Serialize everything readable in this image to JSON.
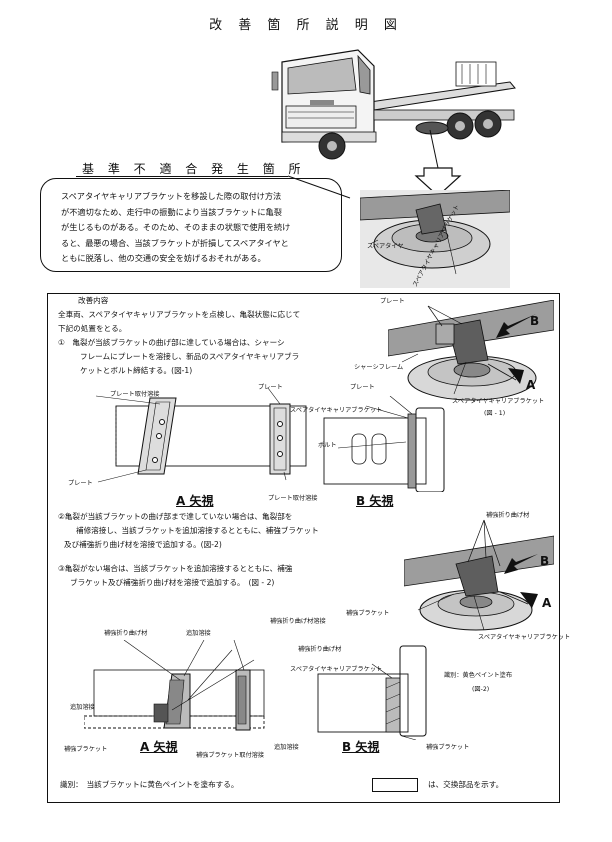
{
  "title": "改 善 箇 所 説 明 図",
  "occurrence_heading": "基 準 不 適 合 発 生 箇 所",
  "warning_lines": [
    "スペアタイヤキャリアブラケットを移設した際の取付け方法",
    "が不適切なため、走行中の振動により当該ブラケットに亀裂",
    "が生じるものがある。そのため、そのままの状態で使用を続け",
    "ると、最悪の場合、当該ブラケットが折損してスペアタイヤと",
    "ともに脱落し、他の交通の安全を妨げるおそれがある。"
  ],
  "top_labels": {
    "spare_tire": "スペアタイヤ",
    "bracket": "スペアタイヤキャリアブラケット"
  },
  "improvement": {
    "heading": "改善内容",
    "intro_lines": [
      "全車両、スペアタイヤキャリアブラケットを点検し、亀裂状態に応じて",
      "下記の処置をとる。"
    ],
    "item1_lines": [
      "①　亀裂が当該ブラケットの曲げ部に達している場合は、シャーシ",
      "フレームにプレートを溶接し、新品のスペアタイヤキャリアブラ",
      "ケットとボルト締結する。(図-1)"
    ],
    "item2_lines": [
      "②亀裂が当該ブラケットの曲げ部まで達していない場合は、亀裂部を",
      "補修溶接し、当該ブラケットを追加溶接するとともに、補強ブラケット",
      "及び補強折り曲げ材を溶接で追加する。(図-2)"
    ],
    "item3_lines": [
      "③亀裂がない場合は、当該ブラケットを追加溶接するとともに、補強",
      "ブラケット及び補強折り曲げ材を溶接で追加する。　(図 - 2)"
    ]
  },
  "fig1": {
    "plate": "プレート",
    "b_mark": "B",
    "a_mark": "A",
    "chassis_frame": "シャーシフレーム",
    "bracket": "スペアタイヤキャリアブラケット",
    "figure_label": "(図 - 1)",
    "plate_weld": "プレート取付溶接",
    "plate_left": "プレート",
    "plate_top": "プレート",
    "plate_weld_bottom": "プレート取付溶接",
    "a_view": "A 矢視",
    "plate_right": "プレート",
    "bracket_right": "スペアタイヤキャリアブラケット",
    "bolt": "ボルト",
    "b_view": "B 矢視"
  },
  "fig2": {
    "reinforce_fold": "補強折り曲げ材",
    "b_mark": "B",
    "a_mark": "A",
    "reinforce_bracket": "補強ブラケット",
    "bracket": "スペアタイヤキャリアブラケット",
    "identification": "識別：黄色ペイント塗布",
    "figure_label": "(図-2)",
    "fold_left": "補強折り曲げ材",
    "add_weld_top": "追加溶接",
    "fold_weld": "補強折り曲げ材溶接",
    "fold_mid": "補強折り曲げ材",
    "bracket_mid": "スペアタイヤキャリアブラケット",
    "add_weld_left": "追加溶接",
    "reinforce_bracket_left": "補強ブラケット",
    "a_view": "A 矢視",
    "bracket_weld": "補強ブラケット取付溶接",
    "add_weld_bottom": "追加溶接",
    "b_view": "B 矢視",
    "reinforce_bracket_right": "補強ブラケット"
  },
  "footer": {
    "identification": "識別：　当該ブラケットに黄色ペイントを塗布する。",
    "legend": "は、交換部品を示す。"
  }
}
